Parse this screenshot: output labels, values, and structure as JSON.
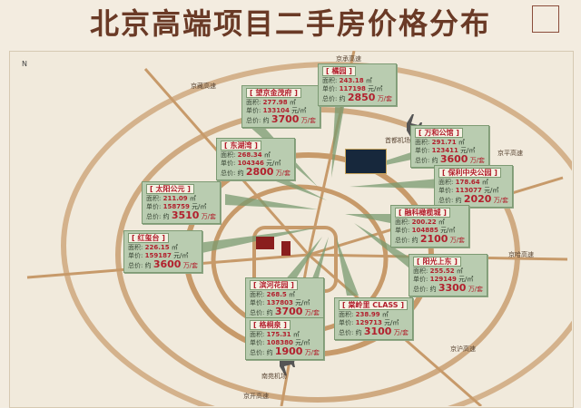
{
  "title": "北京高端项目二手房价格分布",
  "seal": "",
  "compass": "N",
  "labels": {
    "area": "面积:",
    "unit_price": "单价:",
    "total": "总价:",
    "area_unit": "㎡",
    "price_unit": "元/㎡",
    "about": "约",
    "total_unit": "万/套"
  },
  "projects": [
    {
      "name": "[ 望京金茂府 ]",
      "area": "277.98",
      "unit_price": "133104",
      "total": "3700"
    },
    {
      "name": "[ 橘园 ]",
      "area": "243.18",
      "unit_price": "117198",
      "total": "2850"
    },
    {
      "name": "[ 万和公馆 ]",
      "area": "291.71",
      "unit_price": "123411",
      "total": "3600"
    },
    {
      "name": "[ 东湖湾 ]",
      "area": "268.34",
      "unit_price": "104346",
      "total": "2800"
    },
    {
      "name": "[ 保利中央公园 ]",
      "area": "178.64",
      "unit_price": "113077",
      "total": "2020"
    },
    {
      "name": "[ 太阳公元 ]",
      "area": "211.09",
      "unit_price": "158759",
      "total": "3510"
    },
    {
      "name": "[ 融科橄榄城 ]",
      "area": "200.22",
      "unit_price": "104885",
      "total": "2100"
    },
    {
      "name": "[ 红玺台 ]",
      "area": "226.15",
      "unit_price": "159187",
      "total": "3600"
    },
    {
      "name": "[ 阳光上东 ]",
      "area": "255.52",
      "unit_price": "129149",
      "total": "3300"
    },
    {
      "name": "[ 滨河花园 ]",
      "area": "268.5",
      "unit_price": "137803",
      "total": "3700"
    },
    {
      "name": "[ 棠岭里 CLASS ]",
      "area": "238.99",
      "unit_price": "129713",
      "total": "3100"
    },
    {
      "name": "[ 格桐泉 ]",
      "area": "175.31",
      "unit_price": "108380",
      "total": "1900"
    }
  ],
  "center_logo": "",
  "airports": {
    "capital": "首都机场",
    "nanyuan": "南苑机场"
  },
  "highways": [
    "京承高速",
    "京平高速",
    "京哈高速",
    "京沪高速",
    "京开高速",
    "京藏高速"
  ],
  "colors": {
    "title": "#6a3a26",
    "card_bg": "#b9ccb0",
    "price": "#b2202d",
    "road": "#c79a6a"
  }
}
